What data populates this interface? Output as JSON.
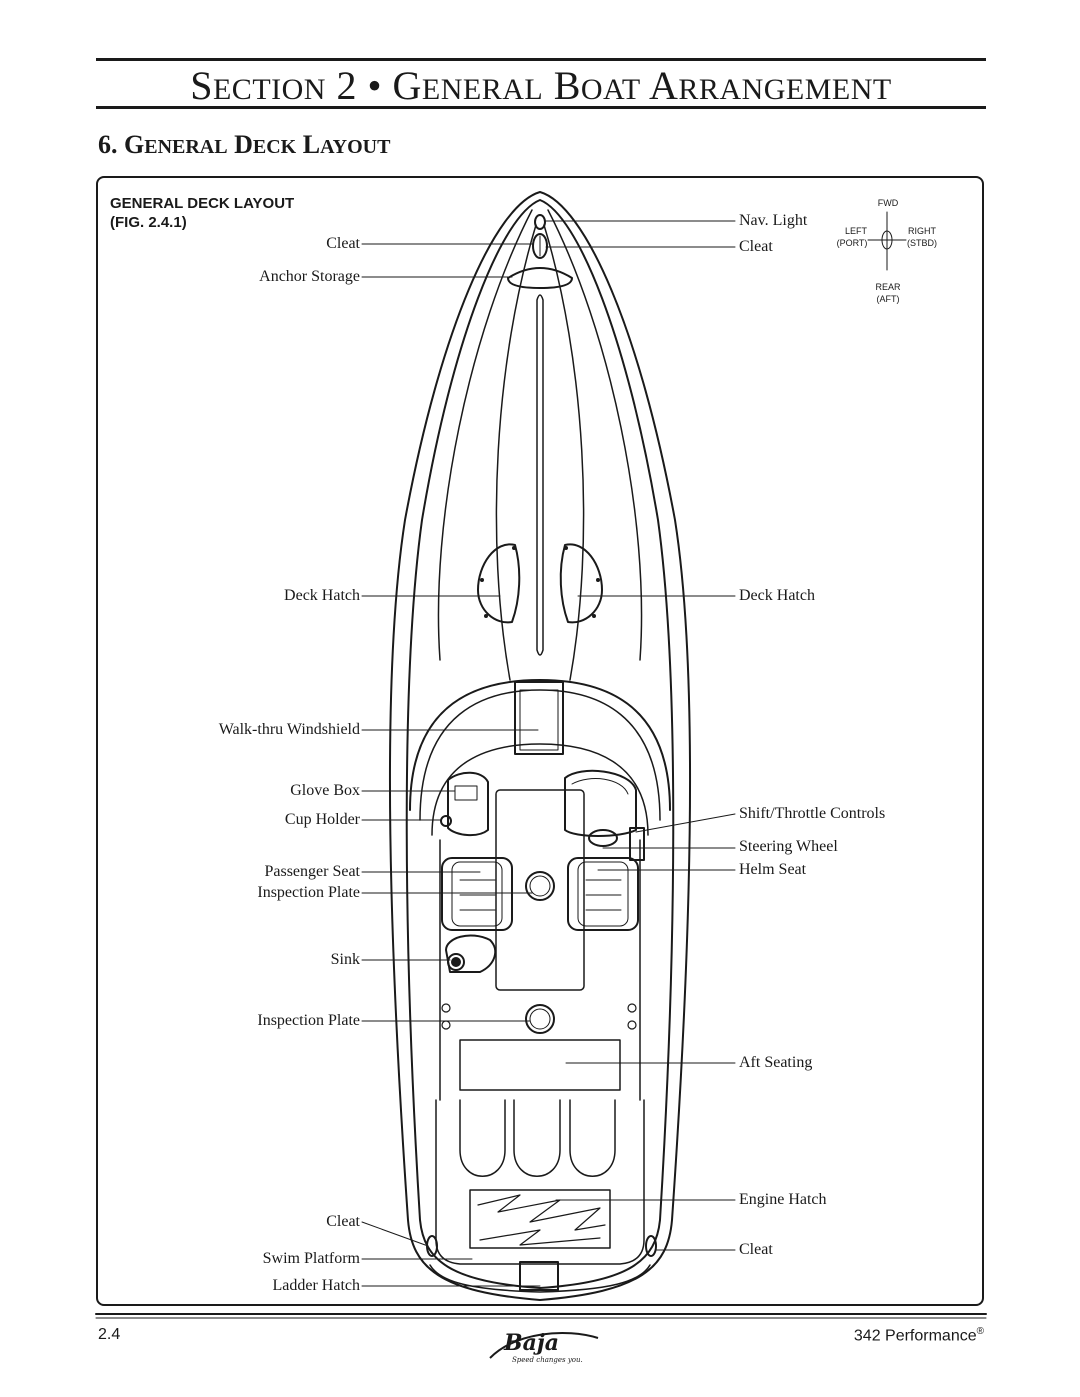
{
  "section_title": {
    "word1_cap": "S",
    "word1_rest": "ECTION",
    "number": "2",
    "bullet": "•",
    "w2_cap": "G",
    "w2_rest": "ENERAL",
    "w3_cap": "B",
    "w3_rest": "OAT",
    "w4_cap": "A",
    "w4_rest": "RRANGEMENT"
  },
  "subsection": {
    "num": "6.",
    "w1_cap": "G",
    "w1_rest": "ENERAL",
    "w2_cap": "D",
    "w2_rest": "ECK",
    "w3_cap": "L",
    "w3_rest": "AYOUT"
  },
  "figure": {
    "caption_line1": "GENERAL DECK LAYOUT",
    "caption_line2": "(FIG. 2.4.1)"
  },
  "compass": {
    "fwd": "FWD",
    "left": "LEFT",
    "port": "(PORT)",
    "right": "RIGHT",
    "stbd": "(STBD)",
    "rear": "REAR",
    "aft": "(AFT)"
  },
  "labels_left": {
    "cleat_bow": "Cleat",
    "anchor_storage": "Anchor Storage",
    "deck_hatch": "Deck Hatch",
    "windshield": "Walk-thru Windshield",
    "glove_box": "Glove Box",
    "cup_holder": "Cup Holder",
    "passenger_seat": "Passenger Seat",
    "inspection_plate_1": "Inspection Plate",
    "sink": "Sink",
    "inspection_plate_2": "Inspection Plate",
    "cleat_stern": "Cleat",
    "swim_platform": "Swim Platform",
    "ladder_hatch": "Ladder Hatch"
  },
  "labels_right": {
    "nav_light": "Nav. Light",
    "cleat_bow": "Cleat",
    "deck_hatch": "Deck Hatch",
    "shift_throttle": "Shift/Throttle Controls",
    "steering_wheel": "Steering Wheel",
    "helm_seat": "Helm Seat",
    "aft_seating": "Aft Seating",
    "engine_hatch": "Engine Hatch",
    "cleat_stern": "Cleat"
  },
  "footer": {
    "page": "2.4",
    "model": "342 Performance",
    "reg": "®",
    "logo_text": "Baja",
    "logo_tagline": "Speed changes you."
  }
}
